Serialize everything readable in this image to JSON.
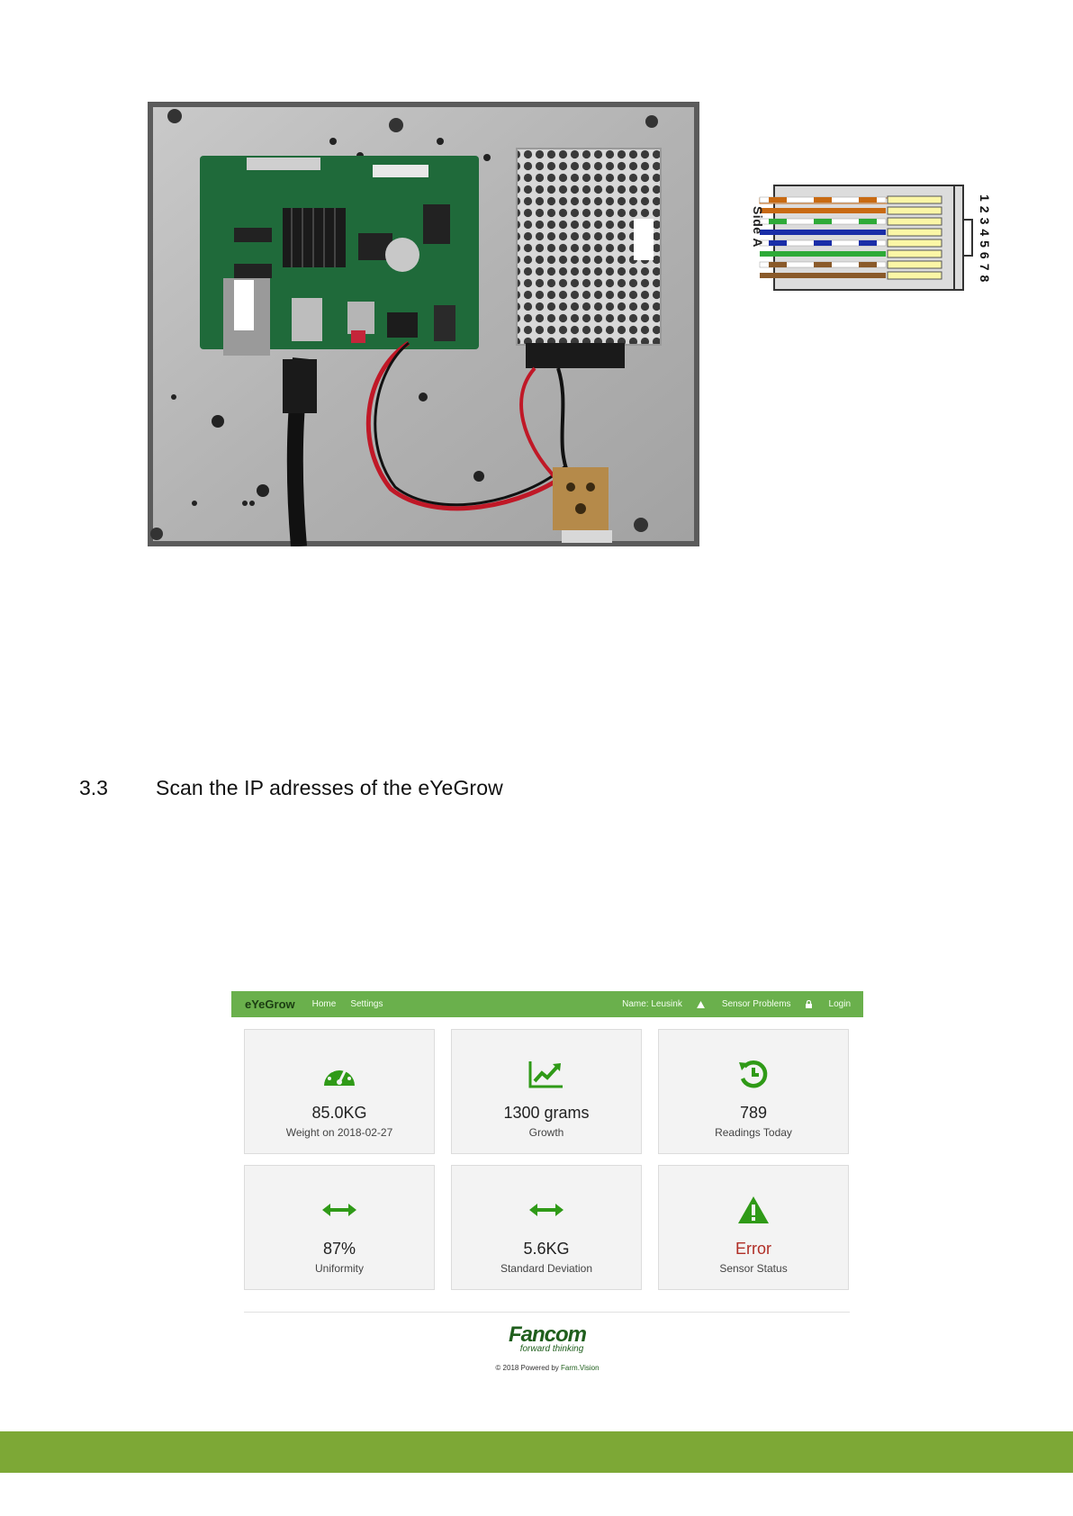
{
  "connector": {
    "side_label": "Side A",
    "pin_numbers": "12345678"
  },
  "section": {
    "number": "3.3",
    "title": "Scan the IP adresses of the eYeGrow"
  },
  "app": {
    "brand": "eYeGrow",
    "nav_links": [
      "Home",
      "Settings"
    ],
    "nav_right": {
      "name": "Name: Leusink",
      "sensor_problems": "Sensor Problems",
      "login": "Login"
    },
    "cards": [
      {
        "icon": "dashboard-icon",
        "value": "85.0KG",
        "label": "Weight on 2018-02-27"
      },
      {
        "icon": "growth-chart-icon",
        "value": "1300 grams",
        "label": "Growth"
      },
      {
        "icon": "history-icon",
        "value": "789",
        "label": "Readings Today"
      },
      {
        "icon": "horizontal-arrows-icon",
        "value": "87%",
        "label": "Uniformity"
      },
      {
        "icon": "horizontal-arrows-icon",
        "value": "5.6KG",
        "label": "Standard Deviation"
      },
      {
        "icon": "warning-icon",
        "value": "Error",
        "label": "Sensor Status"
      }
    ],
    "logo_brand": "Fancom",
    "logo_tagline": "forward thinking",
    "copyright_prefix": "© 2018 Powered by",
    "copyright_link": "Farm.Vision"
  },
  "colors": {
    "nav_green": "#6ab04c",
    "icon_green": "#2f9a17",
    "error_red": "#b02e26",
    "band_green": "#7da836"
  }
}
